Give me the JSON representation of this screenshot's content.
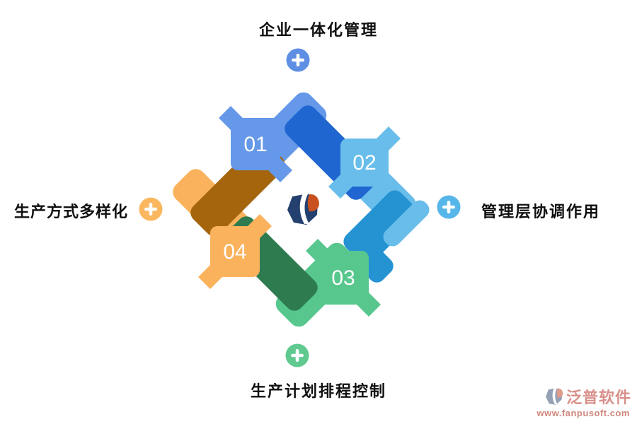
{
  "diagram": {
    "steps": [
      {
        "id": "01",
        "label": "企业一体化管理",
        "position": "top",
        "color": "#6598E8",
        "dark_color": "#1F66D1",
        "plus_color": "#5E8FE4"
      },
      {
        "id": "02",
        "label": "管理层协调作用",
        "position": "right",
        "color": "#68BDEA",
        "dark_color": "#2593D2",
        "plus_color": "#56B6E9"
      },
      {
        "id": "03",
        "label": "生产计划排程控制",
        "position": "bottom",
        "color": "#57C78D",
        "dark_color": "#2E7B50",
        "plus_color": "#5FC98F"
      },
      {
        "id": "04",
        "label": "生产方式多样化",
        "position": "left",
        "color": "#FAB25C",
        "dark_color": "#A4650C",
        "plus_color": "#FAB75F"
      }
    ],
    "center_logo": {
      "navy": "#24406E",
      "accent": "#C8511F"
    }
  },
  "watermark": {
    "brand": "泛普软件",
    "url": "www.fanpusoft.com",
    "brand_color": "#D8908A",
    "mark_color": "#94A0B4"
  }
}
